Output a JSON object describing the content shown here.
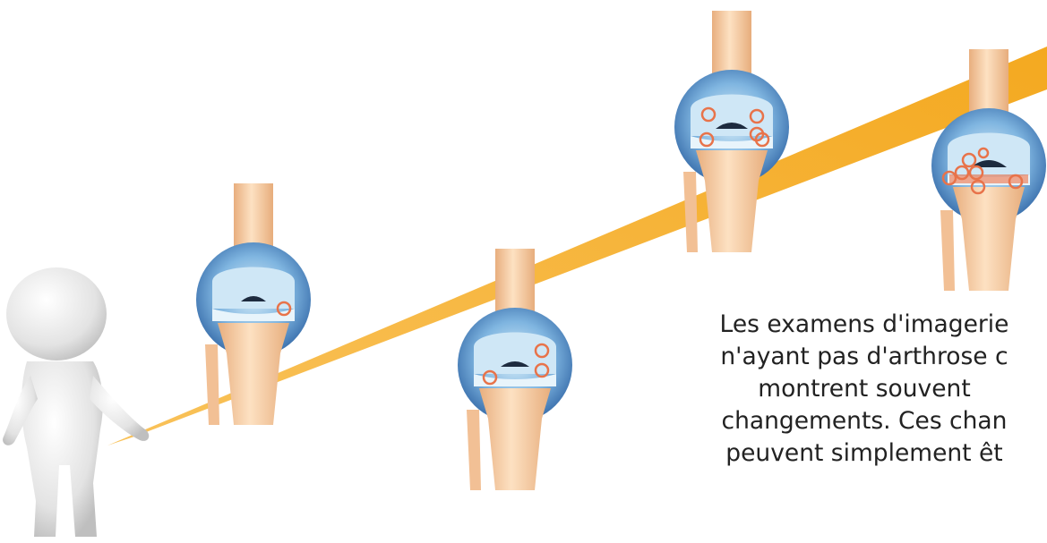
{
  "colors": {
    "trend_band": "#f6b233",
    "bone": "#f3c79c",
    "bone_light": "#fde1c2",
    "bone_shadow": "#e1a978",
    "joint_capsule": "#3c78b8",
    "cartilage": "#cde8f7",
    "defect_marker": "#e8734a",
    "figure": "#e6e6e6"
  },
  "illustration": {
    "figure_icon": "presenter-figure-icon",
    "trend_icon": "trend-band-icon",
    "knee_icon": "knee-joint-icon",
    "knee_stages": [
      {
        "stage": 1,
        "defect_markers": 1
      },
      {
        "stage": 2,
        "defect_markers": 3
      },
      {
        "stage": 3,
        "defect_markers": 5
      },
      {
        "stage": 4,
        "defect_markers": 7
      }
    ]
  },
  "caption": {
    "lines": [
      "Les examens d'imagerie",
      "n'ayant pas d'arthrose c",
      "montrent souvent",
      "changements. Ces chan",
      "peuvent simplement êt"
    ]
  }
}
